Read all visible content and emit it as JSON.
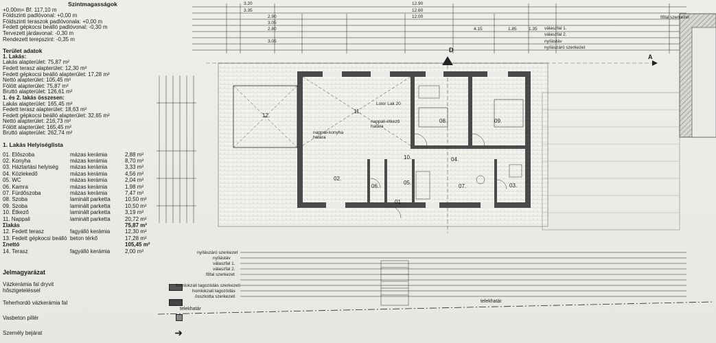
{
  "header": {
    "title": "Szintmagasságok",
    "lines": [
      "+0,00m= Bf. 117,10 m",
      "Földszinti padlóvonal: +0,00 m",
      "Földszinti teraszok padlóvonala: +0,00 m",
      "Fedett gépkocsi beálló padlóvonal: -0,30 m",
      "Tervezett járdavonal: -0,30 m",
      "Rendezett terepszint: -0,35 m"
    ]
  },
  "area_data": {
    "title": "Terület adatok",
    "apt1_title": "1. Lakás:",
    "apt1": [
      "Lakás alapterület: 75,87 m²",
      "Fedett terasz alapterület: 12,30 m²",
      "Fedett gépkocsi beálló alapterület: 17,28 m²",
      "Nettó alapterület: 105,45 m²",
      "Fölött alapterület: 75,87 m²",
      "Bruttó alapterület: 126,61 m²"
    ],
    "total_title": "1. és 2. lakás összesen:",
    "total": [
      "Lakás alapterület: 165,45 m²",
      "Fedett terasz alapterület: 18,63 m²",
      "Fedett gépkocsi beálló alapterület: 32,65 m²",
      "Nettó alapterület: 216,73 m²",
      "Fölött alapterület: 165,45 m²",
      "Bruttó alapterület: 262,74 m²"
    ]
  },
  "room_list": {
    "title": "1. Lakás Helyiséglista",
    "rooms": [
      {
        "name": "01. Előszoba",
        "material": "mázas kerámia",
        "area": "2,88 m²"
      },
      {
        "name": "02. Konyha",
        "material": "mázas kerámia",
        "area": "8,70 m²"
      },
      {
        "name": "03. Háztartási helyiség",
        "material": "mázas kerámia",
        "area": "3,33 m²"
      },
      {
        "name": "04. Közlekedő",
        "material": "mázas kerámia",
        "area": "4,56 m²"
      },
      {
        "name": "05. WC",
        "material": "mázas kerámia",
        "area": "2,04 m²"
      },
      {
        "name": "06. Kamra",
        "material": "mázas kerámia",
        "area": "1,98 m²"
      },
      {
        "name": "07. Fürdőszoba",
        "material": "mázas kerámia",
        "area": "7,47 m²"
      },
      {
        "name": "08. Szoba",
        "material": "laminált parketta",
        "area": "10,50 m²"
      },
      {
        "name": "09. Szoba",
        "material": "laminált parketta",
        "area": "10,50 m²"
      },
      {
        "name": "10. Étkező",
        "material": "laminált parketta",
        "area": "3,19 m²"
      },
      {
        "name": "11. Nappali",
        "material": "laminált parketta",
        "area": "20,72 m²"
      },
      {
        "name": "Σlakás",
        "material": "",
        "area": "75,87 m²"
      },
      {
        "name": "12. Fedett terasz",
        "material": "fagyálló kerámia",
        "area": "12,30 m²"
      },
      {
        "name": "13. Fedett gépkocsi beálló",
        "material": "beton térkő",
        "area": "17,28 m²"
      },
      {
        "name": "Σnettó",
        "material": "",
        "area": "105,45 m²"
      },
      {
        "name": "14. Terasz",
        "material": "fagyálló kerámia",
        "area": "2,00 m²"
      }
    ]
  },
  "legend": {
    "title": "Jelmagyarázat",
    "items": [
      {
        "label": "Vázkerámia fal dryvit hőszigeteléssel",
        "color": "#555555"
      },
      {
        "label": "Teherhordó vázkerámia fal",
        "color": "#444444"
      },
      {
        "label": "Vasbeton pillér",
        "color": "#888888"
      },
      {
        "label": "Személy bejárat",
        "color": "#111111"
      }
    ]
  },
  "plan_labels": {
    "rooms": [
      "12.",
      "11.",
      "08.",
      "09.",
      "10.",
      "02.",
      "06.",
      "05.",
      "07.",
      "03.",
      "04.",
      "01."
    ],
    "notes": [
      "nappali-konyha határa",
      "nappali-étkező határa",
      "Lolor Lak 20"
    ],
    "dims_top": [
      "3.20",
      "3.35",
      "2.90",
      "3.05",
      "2.80",
      "3.05",
      "12.90",
      "12.60",
      "12.00",
      "4.15",
      "1.85",
      "1.35"
    ],
    "row_labels": [
      "nyílászáró szerkezet",
      "nyílástáv",
      "válaszfal 1.",
      "válaszfal 2.",
      "főfal szerkezet",
      "homlokzati tagozódás szerkezeti",
      "homlokzati tagozódás",
      "összkotta szerkezeti"
    ],
    "section": [
      "A",
      "D"
    ],
    "boundary": "telekhatár"
  }
}
